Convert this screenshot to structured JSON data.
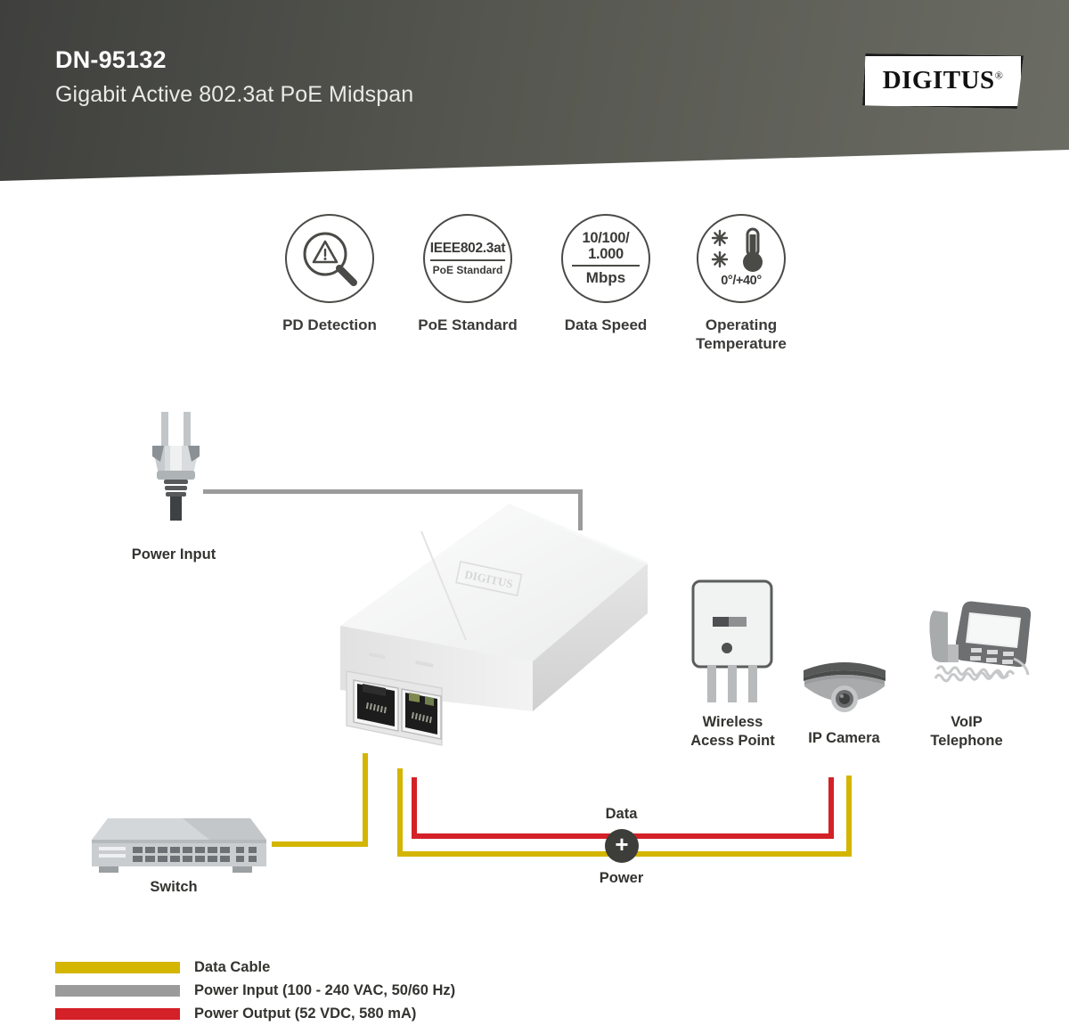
{
  "header": {
    "model": "DN-95132",
    "subtitle": "Gigabit Active 802.3at PoE Midspan",
    "brand": "DIGITUS",
    "brand_mark": "®"
  },
  "features": [
    {
      "id": "pd-detection",
      "label": "PD Detection",
      "icon": "magnifier-warning-icon"
    },
    {
      "id": "poe-standard",
      "label": "PoE Standard",
      "icon": "text-badge-icon",
      "line1": "IEEE802.3at",
      "line2": "PoE Standard"
    },
    {
      "id": "data-speed",
      "label": "Data Speed",
      "icon": "text-badge-icon",
      "line1": "10/100/",
      "line2": "1.000",
      "line3": "Mbps"
    },
    {
      "id": "operating-temperature",
      "label": "Operating\nTemperature",
      "icon": "thermometer-snowflake-icon",
      "value": "0°/+40°"
    }
  ],
  "diagram": {
    "power_input_label": "Power Input",
    "switch_label": "Switch",
    "wireless_label": "Wireless\nAcess Point",
    "camera_label": "IP Camera",
    "voip_label": "VoIP\nTelephone",
    "data_label": "Data",
    "power_label": "Power",
    "node_symbol": "+",
    "device_logo": "DIGITUS"
  },
  "legend": [
    {
      "color": "#d4b500",
      "text": "Data Cable"
    },
    {
      "color": "#9b9b9b",
      "text": "Power Input (100 - 240 VAC, 50/60 Hz)"
    },
    {
      "color": "#d42027",
      "text": "Power Output (52 VDC, 580 mA)"
    }
  ],
  "colors": {
    "header_dark": "#4a4b46",
    "data_cable": "#d4b500",
    "power_input": "#9b9b9b",
    "power_output": "#d42027",
    "text_dark": "#333330"
  }
}
